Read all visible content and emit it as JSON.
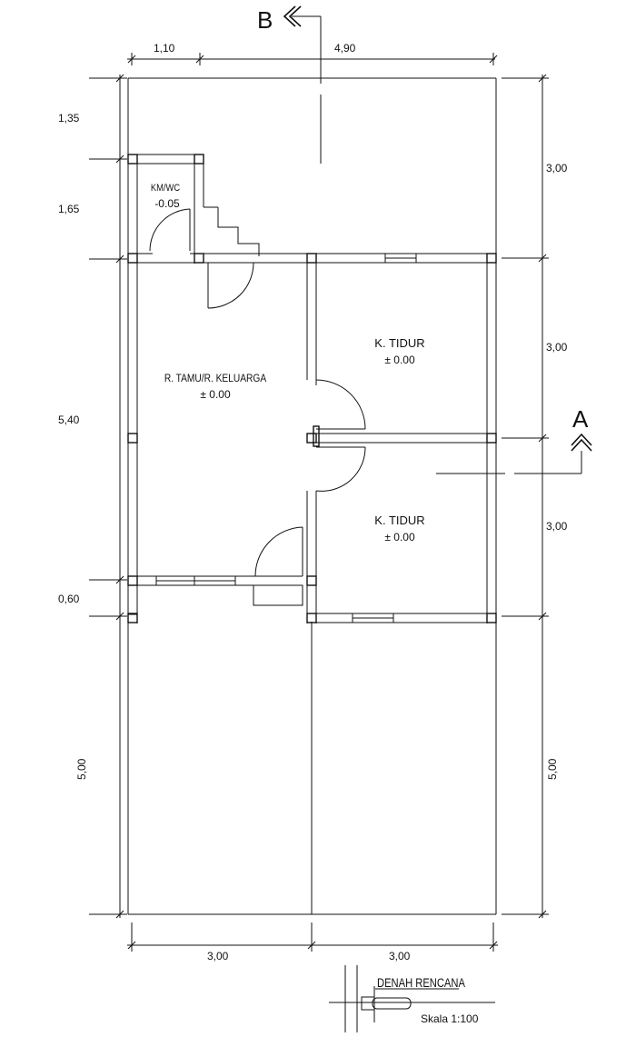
{
  "section_markers": {
    "b": "B",
    "a": "A"
  },
  "dimensions": {
    "top": [
      "1,10",
      "4,90"
    ],
    "left": [
      "1,35",
      "1,65",
      "5,40",
      "0,60",
      "5,00"
    ],
    "right": [
      "3,00",
      "3,00",
      "3,00",
      "5,00"
    ],
    "bottom": [
      "3,00",
      "3,00"
    ]
  },
  "rooms": {
    "kmwc": {
      "name": "KM/WC",
      "level": "-0.05"
    },
    "living": {
      "name": "R. TAMU/R. KELUARGA",
      "level": "± 0.00"
    },
    "bedroom_1": {
      "name": "K. TIDUR",
      "level": "± 0.00"
    },
    "bedroom_2": {
      "name": "K. TIDUR",
      "level": "± 0.00"
    }
  },
  "title_block": {
    "title": "DENAH RENCANA",
    "scale": "Skala 1:100"
  }
}
